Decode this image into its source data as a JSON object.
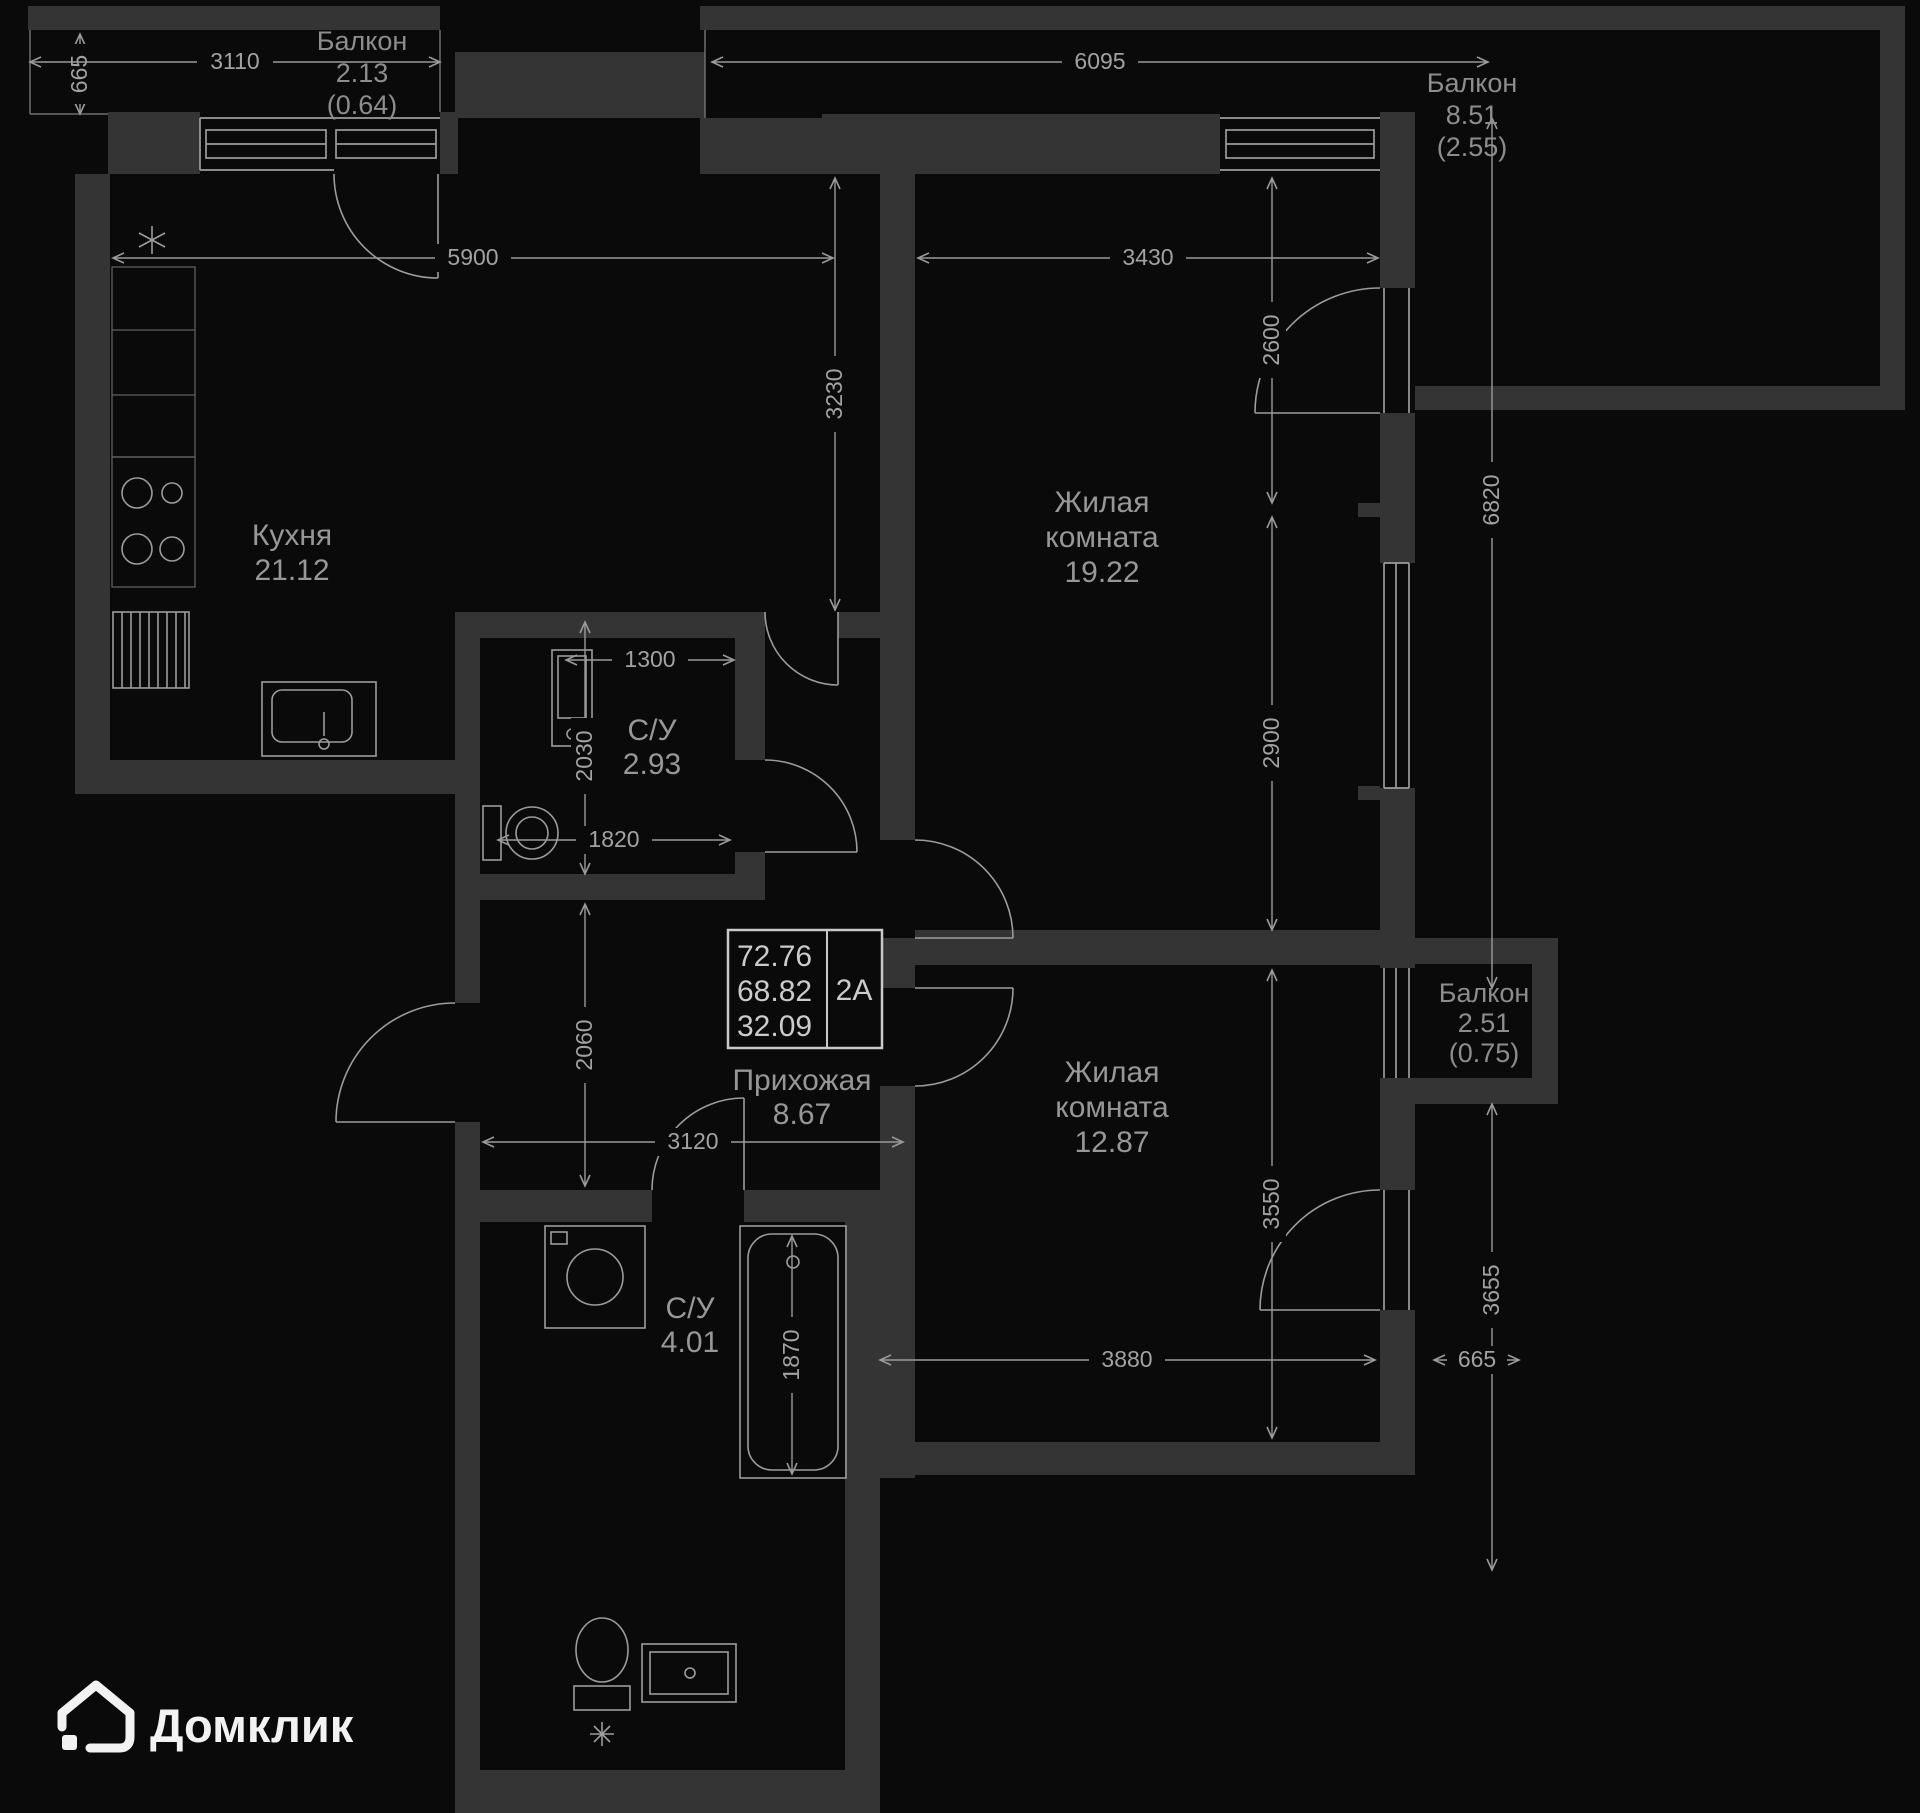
{
  "brand": {
    "name": "Домклик"
  },
  "unit": {
    "type_label": "2А",
    "area_total": "72.76",
    "area_no_summer": "68.82",
    "area_living": "32.09"
  },
  "rooms": {
    "kitchen": {
      "name": "Кухня",
      "area": "21.12"
    },
    "living1": {
      "name_line1": "Жилая",
      "name_line2": "комната",
      "area": "19.22"
    },
    "bath1": {
      "name": "С/У",
      "area": "2.93"
    },
    "hallway": {
      "name": "Прихожая",
      "area": "8.67"
    },
    "living2": {
      "name_line1": "Жилая",
      "name_line2": "комната",
      "area": "12.87"
    },
    "bath2": {
      "name": "С/У",
      "area": "4.01"
    }
  },
  "balconies": {
    "top_left": {
      "name": "Балкон",
      "area": "2.13",
      "coeff": "(0.64)"
    },
    "top_right": {
      "name": "Балкон",
      "area": "8.51",
      "coeff": "(2.55)"
    },
    "right": {
      "name": "Балкон",
      "area": "2.51",
      "coeff": "(0.75)"
    }
  },
  "dimensions": {
    "balc_left_depth": "665",
    "balc_left_width": "3110",
    "top_right_width": "6095",
    "kitchen_width": "5900",
    "living1_width": "3430",
    "kitchen_depth": "3230",
    "living1_upper": "2600",
    "right_upper": "6820",
    "living1_lower": "2900",
    "bath1_width": "1300",
    "bath1_depth": "2030",
    "bath1_lower_width": "1820",
    "hall_depth": "2060",
    "hall_width": "3120",
    "bath2_depth": "1870",
    "living2_depth": "3550",
    "right_lower": "3655",
    "living2_width": "3880",
    "right_offset": "665"
  },
  "colors": {
    "background": "#0a0a0a",
    "wall": "#343434",
    "line": "#9c9c9c",
    "text": "#979797",
    "brand_text": "#f2f2f2"
  }
}
